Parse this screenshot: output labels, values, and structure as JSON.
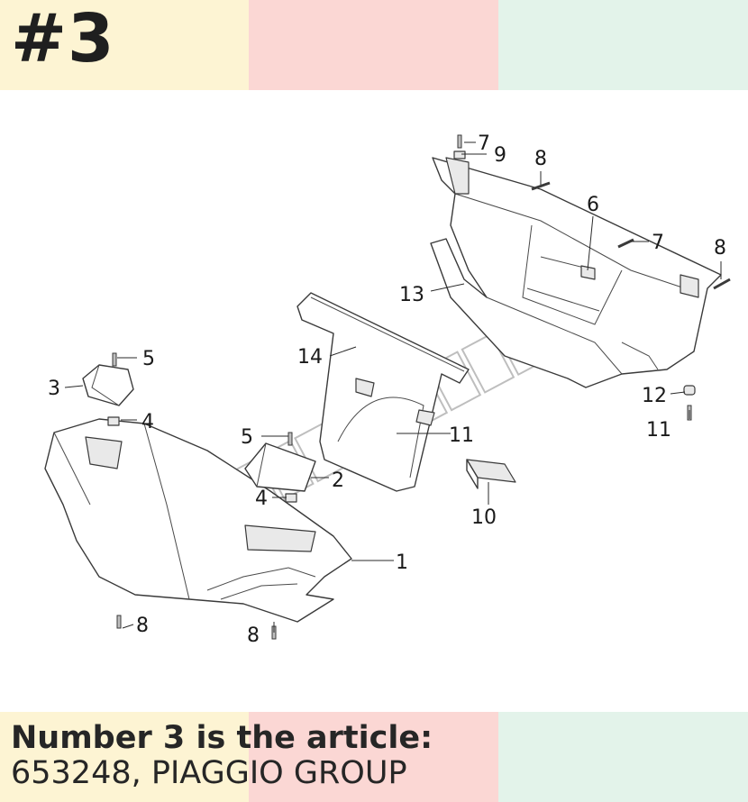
{
  "badge": {
    "text": "#3"
  },
  "caption": {
    "line1": "Number 3 is the article:",
    "line2": "653248, PIAGGIO GROUP"
  },
  "band_colors": [
    "#fdf4d3",
    "#fbd7d4",
    "#e3f3ea"
  ],
  "watermark": {
    "text": "MOTOTURBOM"
  },
  "diagram": {
    "callouts": [
      {
        "id": "c1",
        "label": "1"
      },
      {
        "id": "c2",
        "label": "2"
      },
      {
        "id": "c3",
        "label": "3"
      },
      {
        "id": "c4a",
        "label": "4"
      },
      {
        "id": "c4b",
        "label": "4"
      },
      {
        "id": "c5a",
        "label": "5"
      },
      {
        "id": "c5b",
        "label": "5"
      },
      {
        "id": "c6",
        "label": "6"
      },
      {
        "id": "c7a",
        "label": "7"
      },
      {
        "id": "c7b",
        "label": "7"
      },
      {
        "id": "c8a",
        "label": "8"
      },
      {
        "id": "c8b",
        "label": "8"
      },
      {
        "id": "c8c",
        "label": "8"
      },
      {
        "id": "c8d",
        "label": "8"
      },
      {
        "id": "c9",
        "label": "9"
      },
      {
        "id": "c10",
        "label": "10"
      },
      {
        "id": "c11a",
        "label": "11"
      },
      {
        "id": "c11b",
        "label": "11"
      },
      {
        "id": "c12",
        "label": "12"
      },
      {
        "id": "c13",
        "label": "13"
      },
      {
        "id": "c14",
        "label": "14"
      }
    ]
  }
}
